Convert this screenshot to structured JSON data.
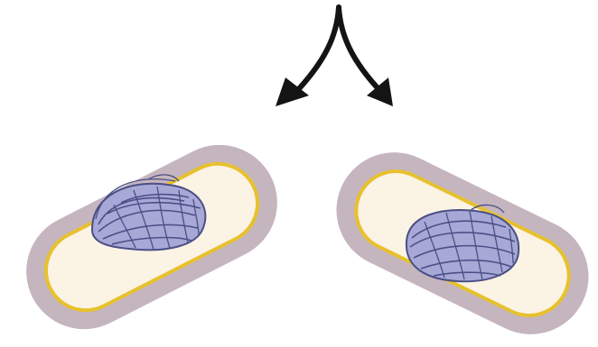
{
  "diagram": {
    "type": "binary-fission",
    "colors": {
      "background": "#ffffff",
      "arrow": "#141414",
      "capsule": "#c5b5bf",
      "membrane": "#e7c12e",
      "cytoplasm": "#fbf3e4",
      "nucleoid_fill": "#a7a8d6",
      "nucleoid_line": "#4b4f86"
    },
    "cells": [
      {
        "name": "daughter-cell-left"
      },
      {
        "name": "daughter-cell-right"
      }
    ]
  }
}
